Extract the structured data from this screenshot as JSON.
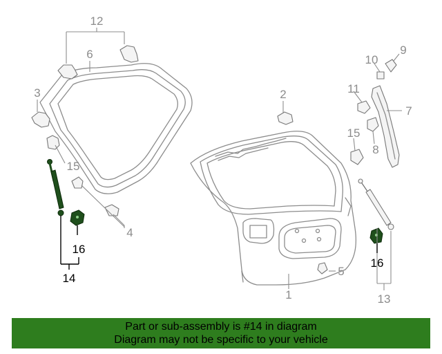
{
  "colors": {
    "banner_bg": "#2e7d1e",
    "banner_text": "#000000",
    "line": "#8c8c8c",
    "highlight": "#1f4f1c"
  },
  "callouts": {
    "c1": "1",
    "c2": "2",
    "c3": "3",
    "c4": "4",
    "c5": "5",
    "c6": "6",
    "c7": "7",
    "c8": "8",
    "c9": "9",
    "c10": "10",
    "c11": "11",
    "c12": "12",
    "c13": "13",
    "c14": "14",
    "c15a": "15",
    "c15b": "15",
    "c16a": "16",
    "c16b": "16"
  },
  "banner": {
    "line1": "Part or sub-assembly is #14 in diagram",
    "line2": "Diagram may not be specific to your vehicle"
  }
}
